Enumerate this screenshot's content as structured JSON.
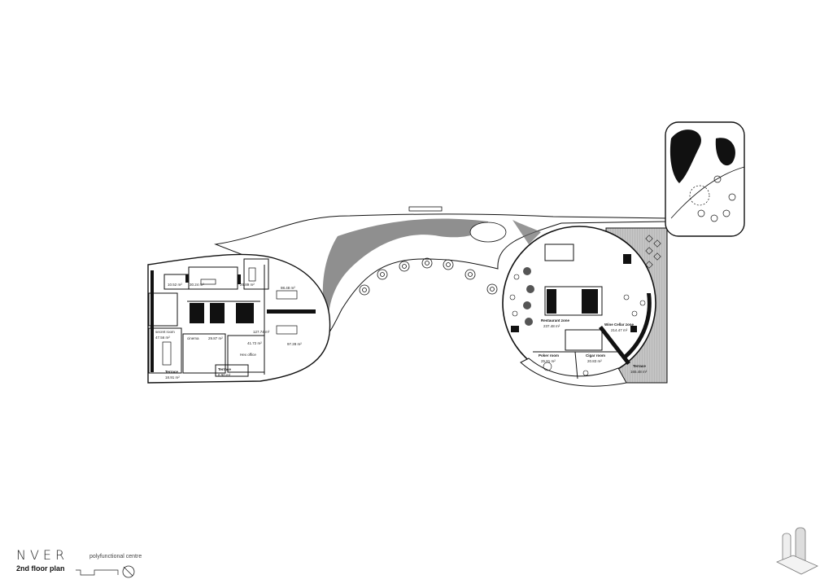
{
  "title_block": {
    "brand": "NVER",
    "subtitle": "polyfunctional centre",
    "plan_name": "2nd floor plan"
  },
  "left_building": {
    "rooms": [
      {
        "name": "",
        "area": "10.52 m²"
      },
      {
        "name": "",
        "area": "30.24 m²"
      },
      {
        "name": "",
        "area": "29.89 m²"
      },
      {
        "name": "",
        "area": "98.48 m²"
      },
      {
        "name": "",
        "area": "127.74 m²"
      },
      {
        "name": "secret room",
        "area": "47.56 m²"
      },
      {
        "name": "cinema",
        "area": "29.87 m²"
      },
      {
        "name": "Hex office",
        "area": "41.72 m²"
      },
      {
        "name": "",
        "area": "97.28 m²"
      },
      {
        "name": "Terrace",
        "area": "18.91 m²"
      },
      {
        "name": "Terrace",
        "area": "8.90 m²"
      }
    ]
  },
  "right_building": {
    "rooms": [
      {
        "name": "Restaurant zone",
        "area": "237.48 m²"
      },
      {
        "name": "Wine Cellar zone",
        "area": "214.47 m²"
      },
      {
        "name": "Poker room",
        "area": "25.81 m²"
      },
      {
        "name": "Cigar room",
        "area": "20.83 m²"
      },
      {
        "name": "Terrace",
        "area": "165.48 m²"
      }
    ]
  },
  "colors": {
    "line": "#111111",
    "terrace": "#b8b8b8",
    "planting": "#6a6a6a"
  }
}
